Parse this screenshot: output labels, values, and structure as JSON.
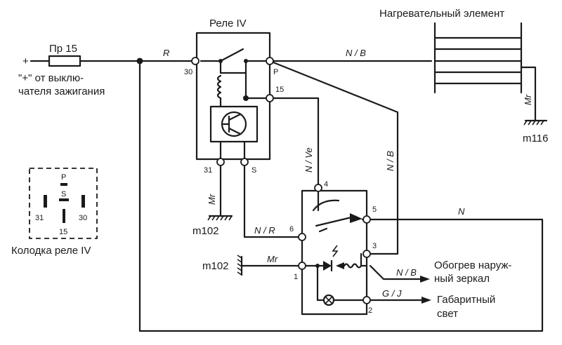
{
  "labels": {
    "fuse": "Пр 15",
    "plus": "+",
    "source_line1": "\"+\" от выклю-",
    "source_line2": "чателя зажигания",
    "relay_title": "Реле IV",
    "heater_title": "Нагревательный элемент",
    "connector_title": "Колодка реле IV",
    "mirror_line1": "Обогрев наруж-",
    "mirror_line2": "ный зеркал",
    "parking_line1": "Габаритный",
    "parking_line2": "свет"
  },
  "wires": {
    "r": "R",
    "nb_top": "N / B",
    "nb_vertical": "N / B",
    "nve": "N / Ve",
    "n": "N",
    "nr": "N / R",
    "mr_left": "Mr",
    "mr_bottom": "Mr",
    "mr_heater": "Mr",
    "nb_mirror": "N / B",
    "gj": "G / J"
  },
  "grounds": {
    "g1": "m102",
    "g2": "m102",
    "g3": "m116"
  },
  "relay_terminals": {
    "t30": "30",
    "tp": "P",
    "t15": "15",
    "t31": "31",
    "ts": "S"
  },
  "switch_terminals": {
    "t4": "4",
    "t5": "5",
    "t6": "6",
    "t3": "3",
    "t1": "1",
    "t2": "2"
  },
  "connector_pins": {
    "p": "P",
    "s": "S",
    "p31": "31",
    "p30": "30",
    "p15": "15"
  }
}
